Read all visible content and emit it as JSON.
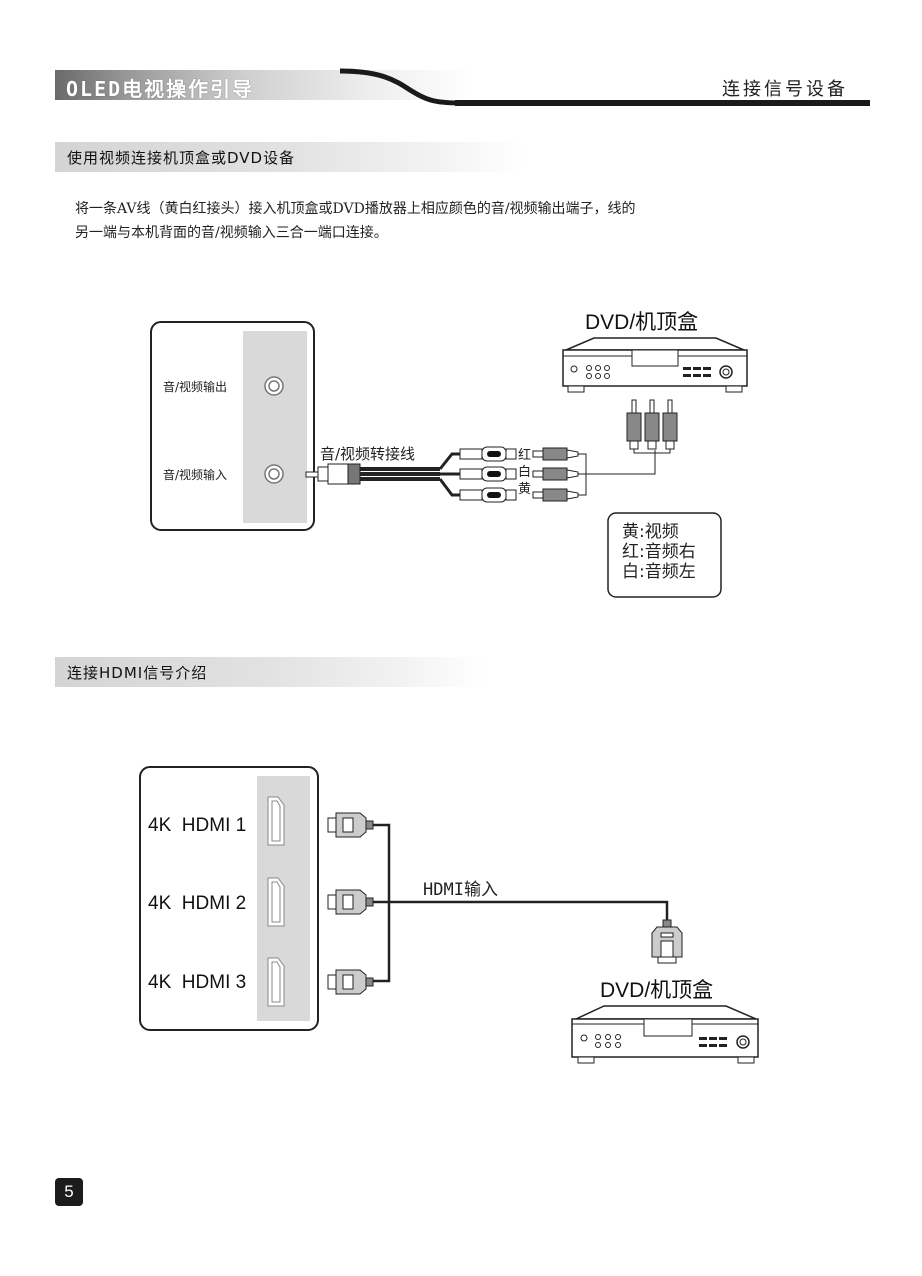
{
  "header": {
    "title": "OLED电视操作引导",
    "section": "连接信号设备"
  },
  "section_av": {
    "heading": "使用视频连接机顶盒或DVD设备",
    "paragraph_line1": "将一条AV线（黄白红接头）接入机顶盒或DVD播放器上相应颜色的音/视频输出端子，线的",
    "paragraph_line2": "另一端与本机背面的音/视频输入三合一端口连接。",
    "diagram": {
      "tv_port_out_label": "音/视频输出",
      "tv_port_in_label": "音/视频输入",
      "cable_label": "音/视频转接线",
      "plug_colors": [
        "红",
        "白",
        "黄"
      ],
      "device_label": "DVD/机顶盒",
      "legend": [
        "黄:视频",
        "红:音频右",
        "白:音频左"
      ]
    }
  },
  "section_hdmi": {
    "heading": "连接HDMI信号介绍",
    "diagram": {
      "ports": [
        "4K  HDMI 1",
        "4K  HDMI 2",
        "4K  HDMI 3"
      ],
      "cable_label": "HDMI输入",
      "device_label": "DVD/机顶盒"
    }
  },
  "footer": {
    "page_number": "5"
  }
}
